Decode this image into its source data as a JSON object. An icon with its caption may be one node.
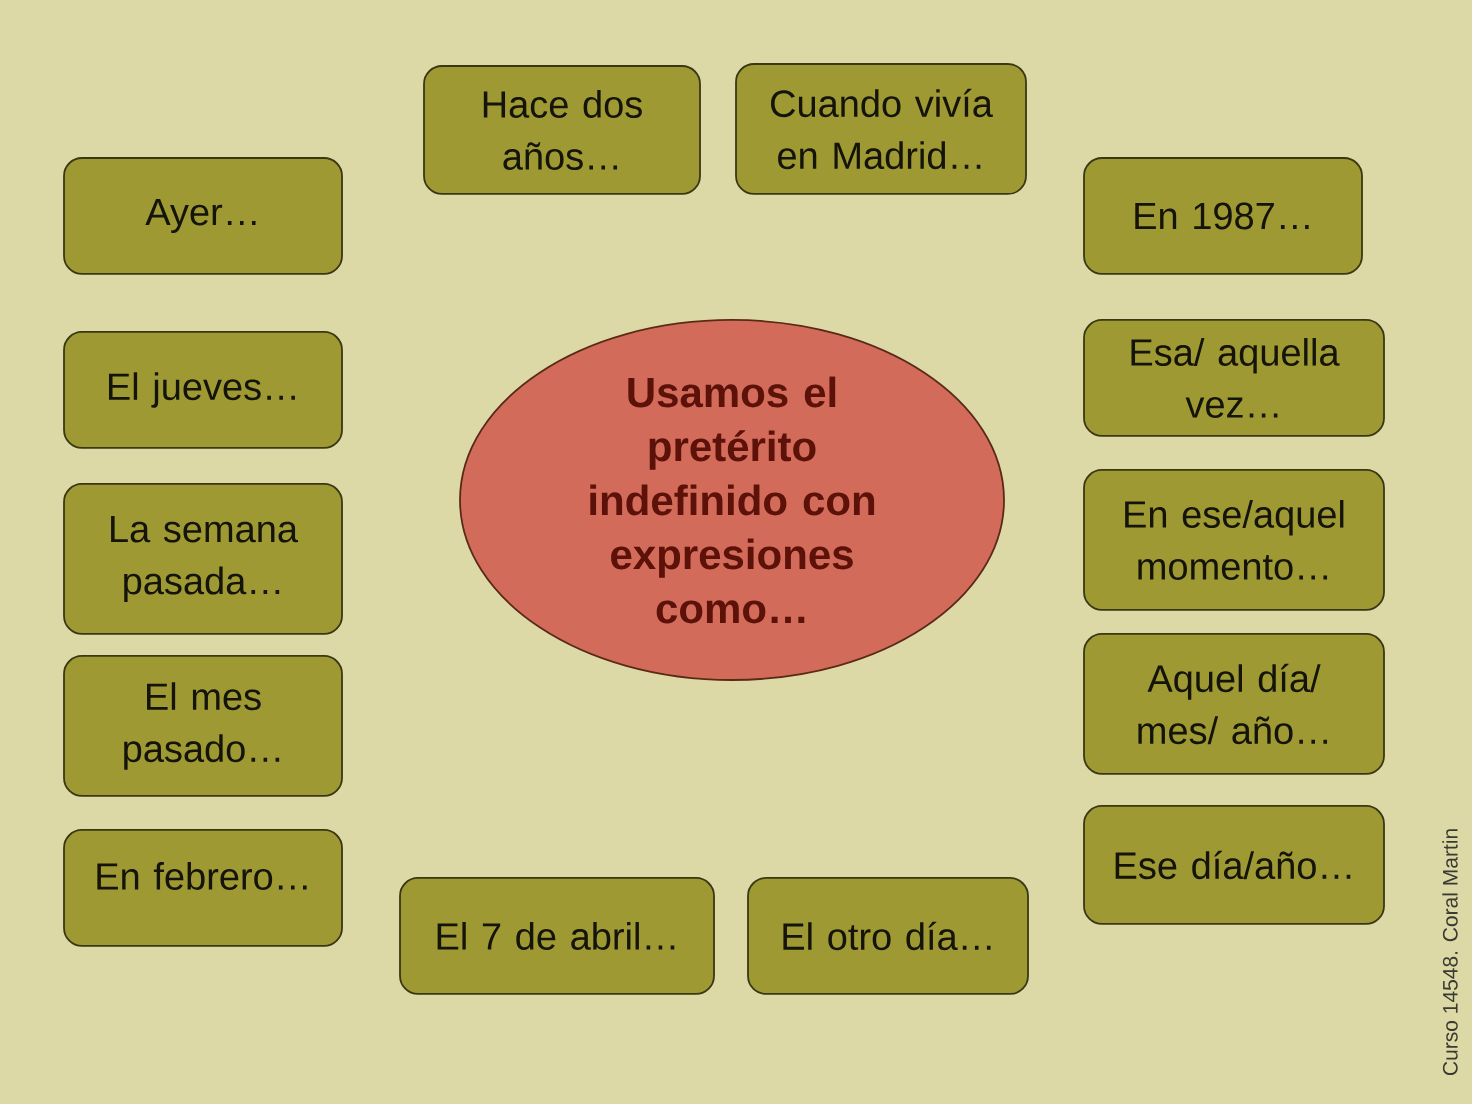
{
  "diagram": {
    "nodes": [
      {
        "text": [
          "Usamos el pretérito indefinido con expresiones como…"
        ]
      },
      {
        "text": [
          "Hace dos años…"
        ]
      },
      {
        "text": [
          "Cuando vivía en Madrid…"
        ]
      },
      {
        "text": [
          "Ayer…"
        ]
      },
      {
        "text": [
          "El jueves…"
        ]
      },
      {
        "text": [
          "La semana pasada…"
        ]
      },
      {
        "text": [
          "El mes pasado…"
        ]
      },
      {
        "text": [
          "En febrero…"
        ]
      },
      {
        "text": [
          "El 7 de abril…"
        ]
      },
      {
        "text": [
          "El otro día…"
        ]
      },
      {
        "text": [
          "En 1987…"
        ]
      },
      {
        "text": [
          "Esa/ aquella vez…"
        ]
      },
      {
        "text": [
          "En ese/aquel momento…"
        ]
      },
      {
        "text": [
          "Aquel día/ mes/ año…"
        ]
      },
      {
        "text": [
          "Ese día/año…"
        ]
      }
    ],
    "labels": [
      "Curso 14548. Coral Martin"
    ]
  }
}
